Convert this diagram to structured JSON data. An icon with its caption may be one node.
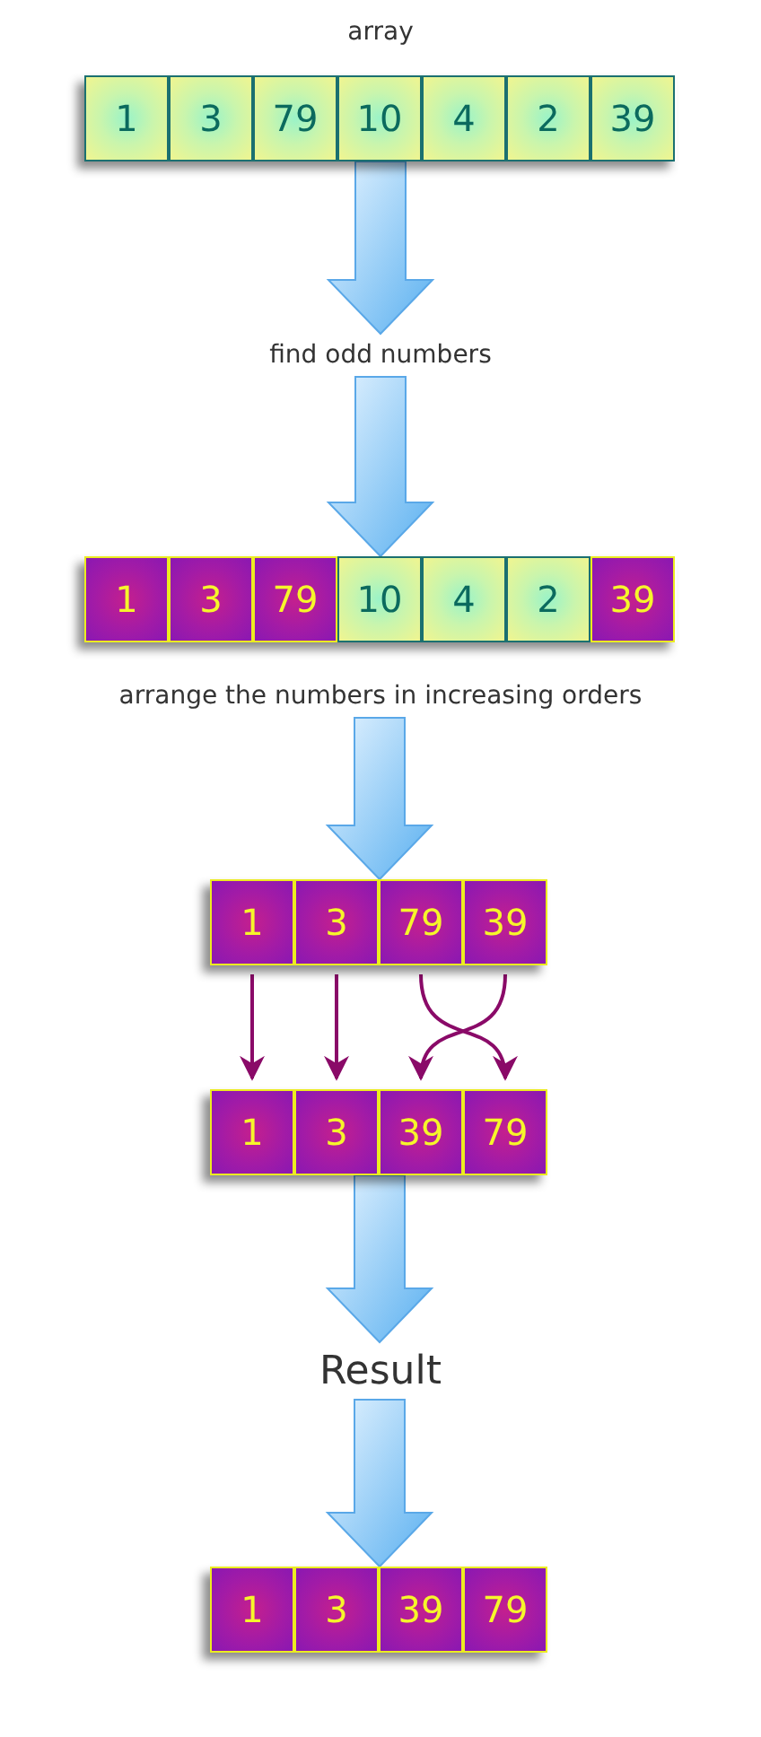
{
  "diagram": {
    "nodes": [
      {
        "text": [
          "array"
        ]
      },
      {
        "text": [
          "1"
        ],
        "in": 0
      },
      {
        "text": [
          "3"
        ],
        "in": 0
      },
      {
        "text": [
          "79"
        ],
        "in": 0
      },
      {
        "text": [
          "10"
        ],
        "in": 0
      },
      {
        "text": [
          "4"
        ],
        "in": 0
      },
      {
        "text": [
          "2"
        ],
        "in": 0
      },
      {
        "text": [
          "39"
        ],
        "in": 0
      },
      {
        "text": [
          "find odd numbers"
        ]
      },
      {
        "text": [],
        "shape": "box"
      },
      {
        "text": [
          "1"
        ],
        "in": 9
      },
      {
        "text": [
          "3"
        ],
        "in": 9
      },
      {
        "text": [
          "79"
        ],
        "in": 9
      },
      {
        "text": [
          "10"
        ],
        "in": 9
      },
      {
        "text": [
          "4"
        ],
        "in": 9
      },
      {
        "text": [
          "2"
        ],
        "in": 9
      },
      {
        "text": [
          "39"
        ],
        "in": 9
      },
      {
        "text": [
          "arrange the numbers in increasing orders"
        ]
      },
      {
        "text": [],
        "shape": "box"
      },
      {
        "text": [
          "1"
        ],
        "in": 18
      },
      {
        "text": [
          "3"
        ],
        "in": 18
      },
      {
        "text": [
          "79"
        ],
        "in": 18
      },
      {
        "text": [
          "39"
        ],
        "in": 18
      },
      {
        "text": [],
        "shape": "box"
      },
      {
        "text": [
          "1"
        ],
        "in": 23
      },
      {
        "text": [
          "3"
        ],
        "in": 23
      },
      {
        "text": [
          "39"
        ],
        "in": 23
      },
      {
        "text": [
          "79"
        ],
        "in": 23
      },
      {
        "text": [
          "Result"
        ]
      },
      {
        "text": [],
        "shape": "box"
      },
      {
        "text": [
          "1"
        ],
        "in": 29
      },
      {
        "text": [
          "3"
        ],
        "in": 29
      },
      {
        "text": [
          "39"
        ],
        "in": 29
      },
      {
        "text": [
          "79"
        ],
        "in": 29
      }
    ],
    "edges": [
      {
        "from": 0,
        "to": 8,
        "arrow": "to",
        "style": "thick"
      },
      {
        "from": 8,
        "to": 9,
        "arrow": "to",
        "style": "thick"
      },
      {
        "from": 17,
        "to": 18,
        "arrow": "to",
        "style": "thick"
      },
      {
        "from": 19,
        "to": 24,
        "arrow": "to",
        "color": "#8a0a68"
      },
      {
        "from": 20,
        "to": 25,
        "arrow": "to",
        "color": "#8a0a68"
      },
      {
        "from": 21,
        "to": 27,
        "arrow": "to",
        "color": "#8a0a68"
      },
      {
        "from": 22,
        "to": 26,
        "arrow": "to",
        "color": "#8a0a68"
      },
      {
        "from": 23,
        "to": 28,
        "arrow": "to",
        "style": "thick"
      },
      {
        "from": 28,
        "to": 29,
        "arrow": "to",
        "style": "thick"
      }
    ]
  }
}
